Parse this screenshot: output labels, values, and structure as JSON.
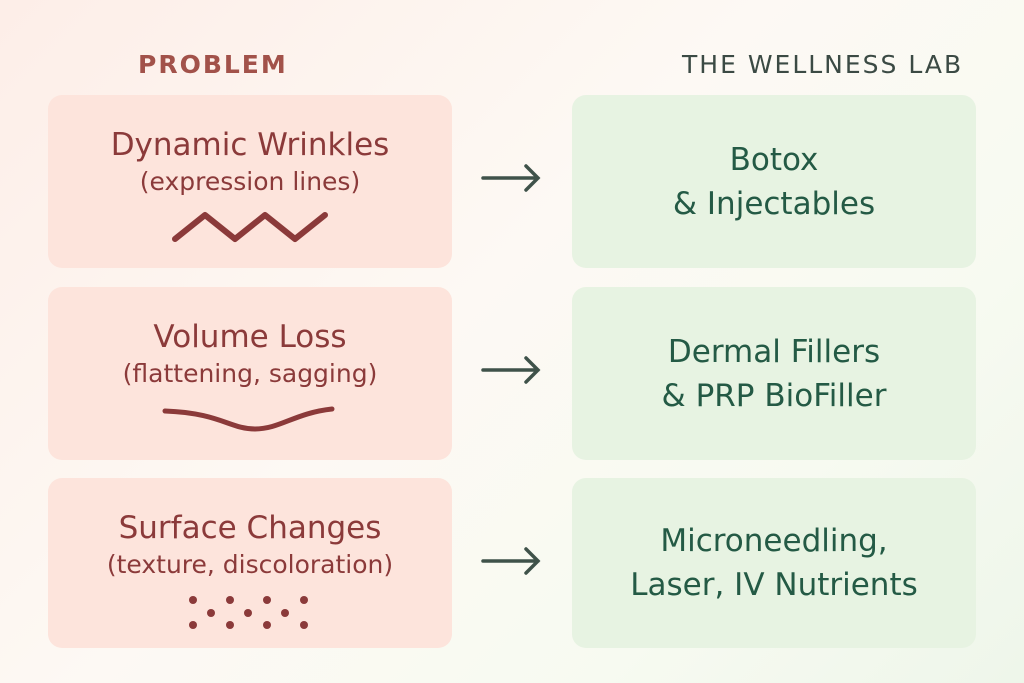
{
  "headers": {
    "problem": "PROBLEM",
    "brand": "THE WELLNESS LAB"
  },
  "rows": [
    {
      "problem": "Dynamic Wrinkles",
      "detail": "(expression lines)",
      "icon": "zigzag-icon",
      "solution_1": "Botox",
      "solution_2": "& Injectables"
    },
    {
      "problem": "Volume Loss",
      "detail": "(flattening, sagging)",
      "icon": "curve-icon",
      "solution_1": "Dermal Fillers",
      "solution_2": "& PRP BioFiller"
    },
    {
      "problem": "Surface Changes",
      "detail": "(texture, discoloration)",
      "icon": "dots-icon",
      "solution_1": "Microneedling,",
      "solution_2": "Laser, IV Nutrients"
    }
  ],
  "colors": {
    "problem_text": "#8b3a3a",
    "solution_text": "#245a45",
    "arrow": "#3f524a"
  }
}
